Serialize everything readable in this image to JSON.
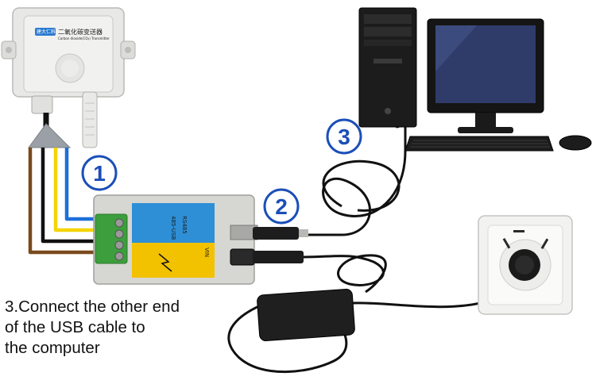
{
  "sensor": {
    "brand_label": "建大仁科",
    "title_cn": "二氧化碳变送器",
    "subtitle_en": "Carbon dioxide(CO₂) Transmitter"
  },
  "converter": {
    "label_a": "485-USB",
    "label_b": "RS485",
    "label_c": "VIN"
  },
  "badges": [
    {
      "number": "1"
    },
    {
      "number": "2"
    },
    {
      "number": "3"
    }
  ],
  "caption": {
    "line1": "3.Connect the other end",
    "line2": " of the USB cable to",
    "line3": " the computer"
  },
  "colors": {
    "badge_ring": "#1b4fb8",
    "wire_brown": "#7a4a1c",
    "wire_black": "#111111",
    "wire_yellow": "#f5d400",
    "wire_blue": "#1e6fd8",
    "module_blue": "#2e8fd6",
    "module_yellow": "#f2c200",
    "terminal_green": "#3c9e3c"
  }
}
